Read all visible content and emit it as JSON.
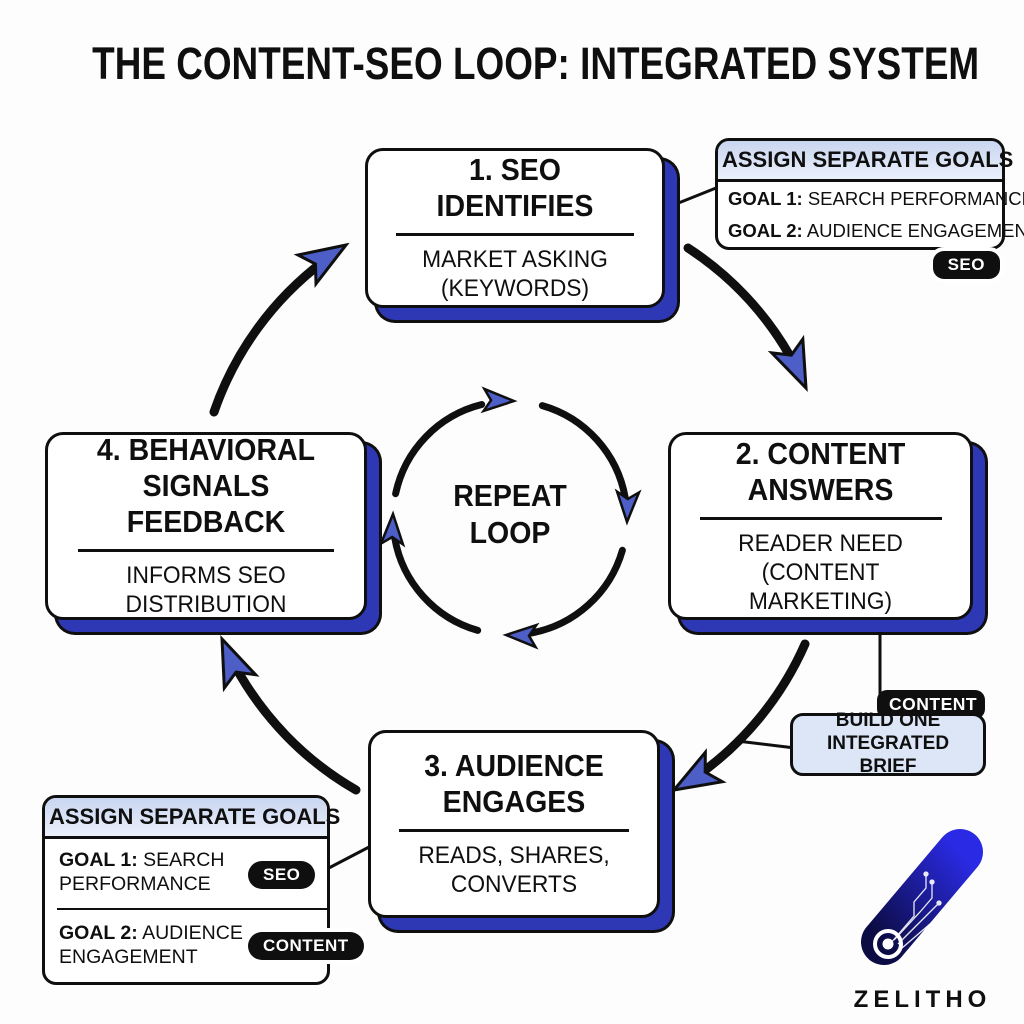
{
  "title": "THE CONTENT-SEO LOOP: INTEGRATED SYSTEM",
  "theme": {
    "ink": "#0f0f0f",
    "accent-blue": "#2e38b4",
    "arrow-blue": "#4d5ec6",
    "panel-blue": "#dde6f7",
    "panel-header-top": "#c9d6f0",
    "panel-header-bottom": "#eaeffb",
    "bg": "#fdfdfd"
  },
  "steps": [
    {
      "title": "1. SEO IDENTIFIES",
      "subtitle": "MARKET ASKING (KEYWORDS)"
    },
    {
      "title": "2. CONTENT ANSWERS",
      "subtitle": "READER NEED (CONTENT MARKETING)"
    },
    {
      "title": "3. AUDIENCE ENGAGES",
      "subtitle": "READS, SHARES, CONVERTS"
    },
    {
      "title": "4. BEHAVIORAL SIGNALS FEEDBACK",
      "subtitle": "INFORMS SEO DISTRIBUTION"
    }
  ],
  "center_label": "REPEAT LOOP",
  "callout_top_right": {
    "header": "ASSIGN SEPARATE GOALS",
    "goals": [
      {
        "label": "GOAL 1:",
        "text": "SEARCH PERFORMANCE"
      },
      {
        "label": "GOAL 2:",
        "text": "AUDIENCE ENGAGEMENT"
      }
    ],
    "badge": "SEO"
  },
  "callout_bottom_left": {
    "header": "ASSIGN SEPARATE GOALS",
    "goals": [
      {
        "label": "GOAL 1:",
        "text": "SEARCH PERFORMANCE",
        "badge": "SEO"
      },
      {
        "label": "GOAL 2:",
        "text": "AUDIENCE ENGAGEMENT",
        "badge": "CONTENT"
      }
    ]
  },
  "brief_callout": {
    "badge": "CONTENT",
    "text": "BUILD ONE INTEGRATED BRIEF"
  },
  "logo": {
    "brand": "ZELITHO"
  }
}
